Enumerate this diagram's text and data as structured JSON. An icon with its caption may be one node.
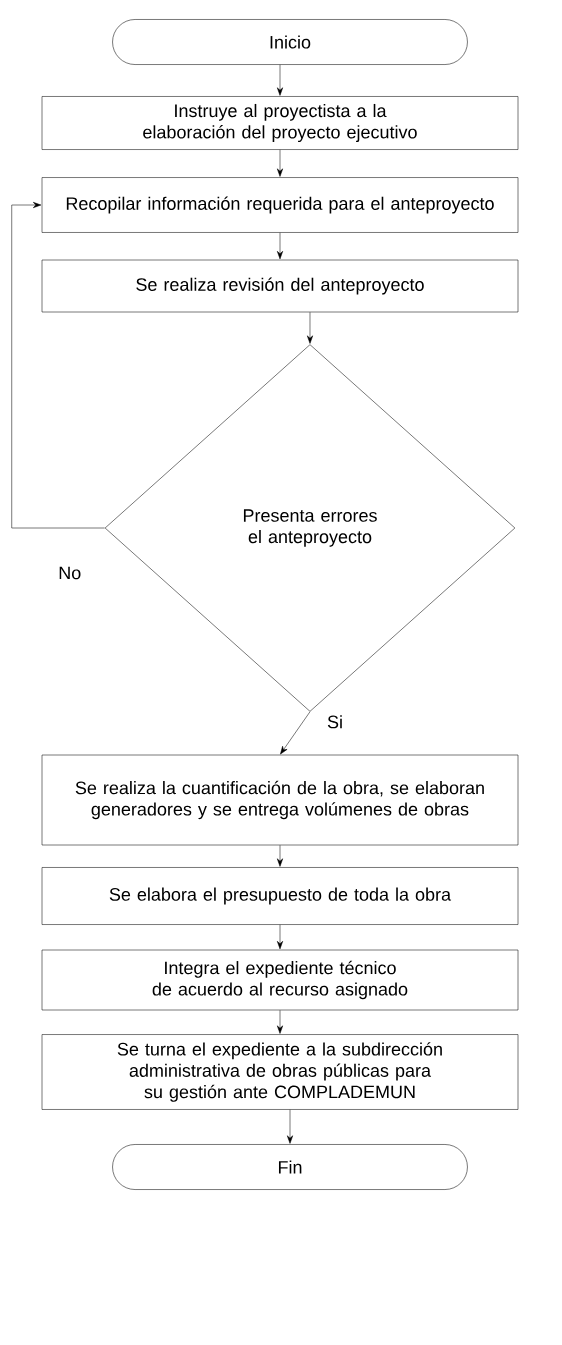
{
  "diagram": {
    "nodes": [
      {
        "text": [
          "Inicio"
        ]
      },
      {
        "text": [
          "Instruye al proyectista a la elaboración del proyecto ejecutivo"
        ]
      },
      {
        "text": [
          "Recopilar información requerida para el anteproyecto"
        ]
      },
      {
        "text": [
          "Se realiza revisión del anteproyecto"
        ]
      },
      {
        "text": [
          "Presenta errores el anteproyecto"
        ]
      },
      {
        "text": [
          "Se realiza la cuantificación de la obra, se elaboran generadores y se entrega volúmenes de obras"
        ]
      },
      {
        "text": [
          "Se elabora el presupuesto de toda la obra"
        ]
      },
      {
        "text": [
          "Integra el expediente técnico de acuerdo al recurso asignado"
        ]
      },
      {
        "text": [
          "Se turna el expediente a la subdirección administrativa de obras públicas para su gestión ante COMPLADEMUN"
        ]
      },
      {
        "text": [
          "Fin"
        ]
      }
    ],
    "edges": [
      {
        "from": 0,
        "to": 1,
        "arrow": "to"
      },
      {
        "from": 1,
        "to": 2,
        "arrow": "to"
      },
      {
        "from": 2,
        "to": 3,
        "arrow": "to"
      },
      {
        "from": 3,
        "to": 4,
        "arrow": "to"
      },
      {
        "from": 4,
        "to": 2,
        "arrow": "to",
        "label": "No"
      },
      {
        "from": 4,
        "to": 5,
        "arrow": "to",
        "label": "Si"
      },
      {
        "from": 5,
        "to": 6,
        "arrow": "to"
      },
      {
        "from": 6,
        "to": 7,
        "arrow": "to"
      },
      {
        "from": 7,
        "to": 8,
        "arrow": "to"
      },
      {
        "from": 8,
        "to": 9,
        "arrow": "to"
      }
    ]
  }
}
